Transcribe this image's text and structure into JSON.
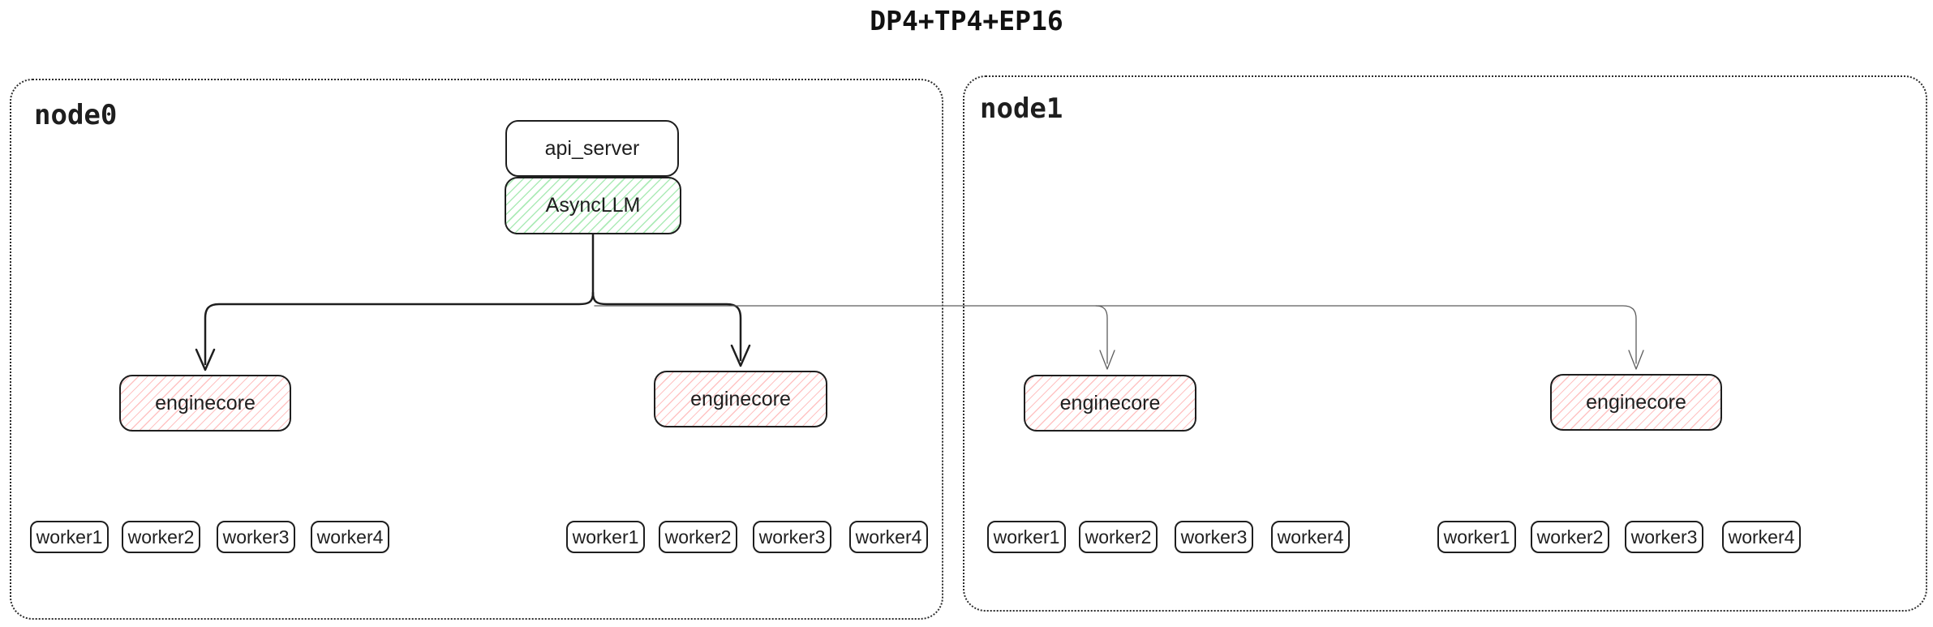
{
  "title": "DP4+TP4+EP16",
  "colors": {
    "stroke": "#1e1e1e",
    "green_hatch": "#69db7c",
    "red_hatch": "#ffa8a8",
    "secondary_line": "#5c5c5c",
    "background": "#ffffff"
  },
  "nodes": [
    {
      "label": "node0",
      "api_server": "api_server",
      "async_llm": "AsyncLLM",
      "enginecores": [
        "enginecore",
        "enginecore"
      ],
      "worker_groups": [
        [
          "worker1",
          "worker2",
          "worker3",
          "worker4"
        ],
        [
          "worker1",
          "worker2",
          "worker3",
          "worker4"
        ]
      ]
    },
    {
      "label": "node1",
      "enginecores": [
        "enginecore",
        "enginecore"
      ],
      "worker_groups": [
        [
          "worker1",
          "worker2",
          "worker3",
          "worker4"
        ],
        [
          "worker1",
          "worker2",
          "worker3",
          "worker4"
        ]
      ]
    }
  ]
}
